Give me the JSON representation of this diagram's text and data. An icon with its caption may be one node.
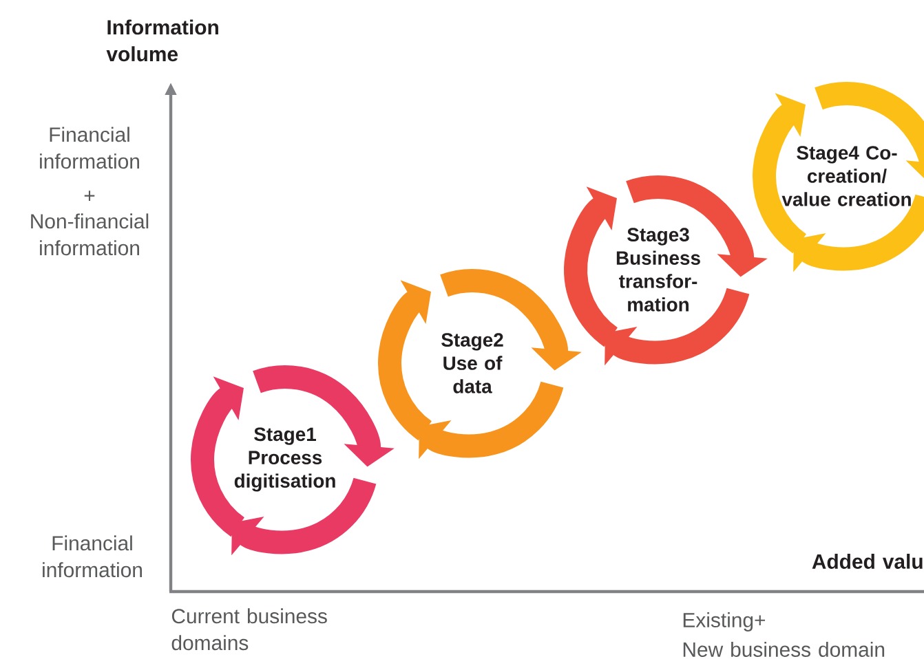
{
  "diagram": {
    "nodes": [
      {
        "text": [
          "Stage1 Process digitisation"
        ]
      },
      {
        "text": [
          "Stage2 Use of data"
        ]
      },
      {
        "text": [
          "Stage3 Business transfor- mation"
        ]
      },
      {
        "text": [
          "Stage4 Co-creation/ value creation"
        ]
      }
    ],
    "edges": [],
    "labels": [
      "Information volume",
      "Financial information",
      "+",
      "Non-financial information",
      "Financial information",
      "Added valu",
      "Current business domains",
      "Existing+",
      "New business domain"
    ]
  }
}
